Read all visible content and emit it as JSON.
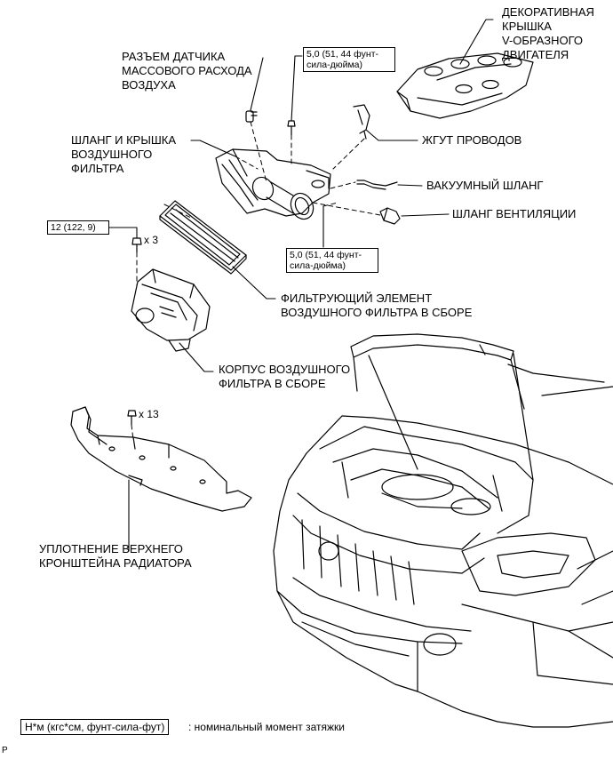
{
  "labels": {
    "engine_cover": [
      "ДЕКОРАТИВНАЯ",
      "КРЫШКА",
      "V-ОБРАЗНОГО",
      "ДВИГАТЕЛЯ"
    ],
    "maf_connector": [
      "РАЗЪЕМ ДАТЧИКА",
      "МАССОВОГО РАСХОДА",
      "ВОЗДУХА"
    ],
    "hose_and_cap": [
      "ШЛАНГ И КРЫШКА",
      "ВОЗДУШНОГО",
      "ФИЛЬТРА"
    ],
    "wire_harness": "ЖГУТ ПРОВОДОВ",
    "vacuum_hose": "ВАКУУМНЫЙ ШЛАНГ",
    "ventilation_hose": "ШЛАНГ ВЕНТИЛЯЦИИ",
    "filter_element": [
      "ФИЛЬТРУЮЩИЙ ЭЛЕМЕНТ",
      "ВОЗДУШНОГО ФИЛЬТРА В СБОРЕ"
    ],
    "filter_case": [
      "КОРПУС ВОЗДУШНОГО",
      "ФИЛЬТРА В СБОРЕ"
    ],
    "radiator_seal": [
      "УПЛОТНЕНИЕ ВЕРХНЕГО",
      "КРОНШТЕЙНА РАДИАТОРА"
    ]
  },
  "torque": {
    "top": [
      "5,0 (51, 44 фунт-",
      "сила-дюйма)"
    ],
    "bottom": [
      "5,0 (51, 44 фунт-",
      "сила-дюйма)"
    ],
    "case": "12 (122, 9)"
  },
  "counts": {
    "case_bolts": "x 3",
    "seal_clips": "x 13"
  },
  "legend": {
    "unit": "Н*м (кгс*см, фунт-сила-фут)",
    "text": ": номинальный момент затяжки"
  },
  "corner_mark": "P"
}
